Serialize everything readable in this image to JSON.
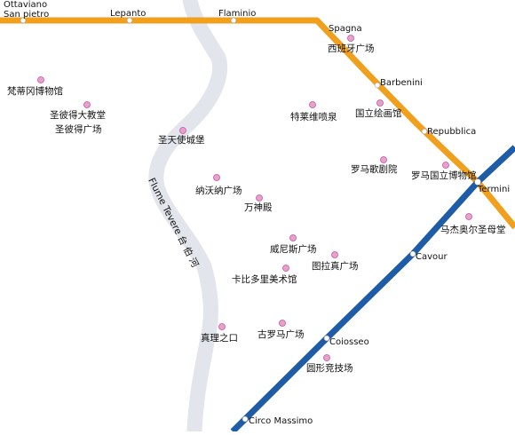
{
  "stations": {
    "ottaviano_line1": "Ottaviano",
    "ottaviano_line2": "San pietro",
    "lepanto": "Lepanto",
    "flaminio": "Flaminio",
    "spagna": "Spagna",
    "barbenini": "Barbenini",
    "repubblica": "Repubblica",
    "termini": "Termini",
    "cavour": "Cavour",
    "colosseo": "Coiosseo",
    "circo_massimo": "Circo Massimo"
  },
  "pois": {
    "spagna": "西班牙广场",
    "vatican_museum": "梵蒂冈博物馆",
    "st_peter_cathedral": "圣彼得大教堂",
    "st_peter_square": "圣彼得广场",
    "trevi": "特莱维喷泉",
    "national_gallery": "国立绘画馆",
    "castel_santangelo": "圣天使城堡",
    "opera_house": "罗马歌剧院",
    "national_museum": "罗马国立博物馆",
    "navona": "纳沃纳广场",
    "pantheon": "万神殿",
    "santa_maria_maggiore": "马杰奥尔圣母堂",
    "venezia": "威尼斯广场",
    "trajan_forum": "图拉真广场",
    "capitoline_museum": "卡比多里美术馆",
    "roman_forum": "古罗马广场",
    "bocca_verita": "真理之口",
    "colosseum": "圆形竞技场"
  },
  "river": {
    "label": "Flume Tevere 台 伯 河"
  },
  "colors": {
    "line_a": "#f0a01c",
    "line_b": "#1f5ca8",
    "river": "#e3e5ec",
    "poi_marker": "#e8a0cc",
    "station_marker": "#ffffff"
  }
}
